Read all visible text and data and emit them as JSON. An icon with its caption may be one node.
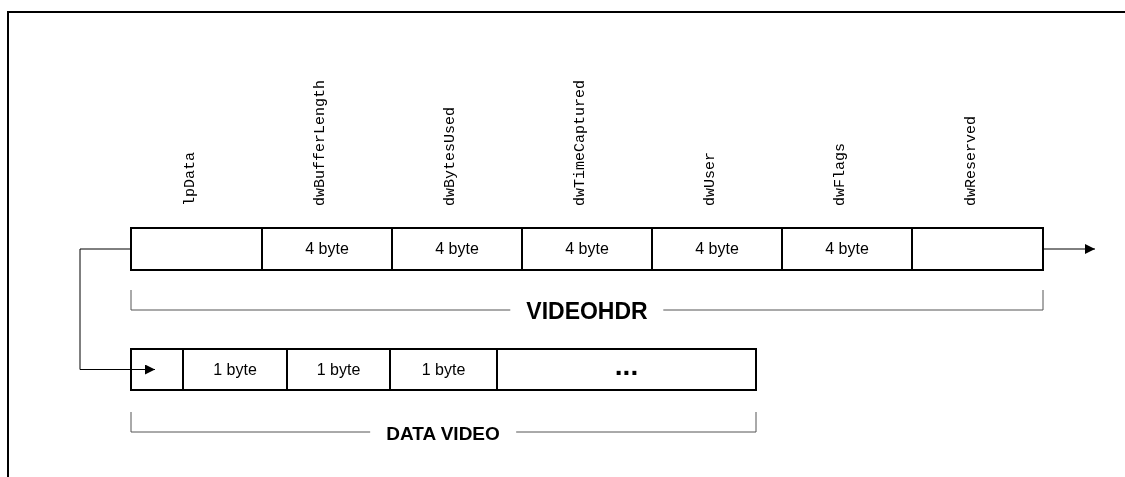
{
  "diagram": {
    "nodes": [
      {
        "text": [],
        "shape": "box",
        "beside": [
          "lpData"
        ]
      },
      {
        "text": [
          "4 byte"
        ],
        "beside": [
          "dwBufferLength"
        ]
      },
      {
        "text": [
          "4 byte"
        ],
        "beside": [
          "dwBytesUsed"
        ]
      },
      {
        "text": [
          "4 byte"
        ],
        "beside": [
          "dwTimeCaptured"
        ]
      },
      {
        "text": [
          "4 byte"
        ],
        "beside": [
          "dwUser"
        ]
      },
      {
        "text": [
          "4 byte"
        ],
        "beside": [
          "dwFlags"
        ]
      },
      {
        "text": [],
        "shape": "box",
        "beside": [
          "dwReserved"
        ]
      },
      {
        "text": [],
        "shape": "box"
      },
      {
        "text": [
          "1 byte"
        ]
      },
      {
        "text": [
          "1 byte"
        ]
      },
      {
        "text": [
          "1 byte"
        ]
      },
      {
        "text": [
          "..."
        ]
      }
    ],
    "edges": [
      {
        "from": 0,
        "to": 7,
        "arrow": "to"
      },
      {
        "from": 6,
        "to": null,
        "arrow": "to"
      }
    ],
    "labels": [
      "VIDEOHDR",
      "DATA VIDEO"
    ]
  }
}
